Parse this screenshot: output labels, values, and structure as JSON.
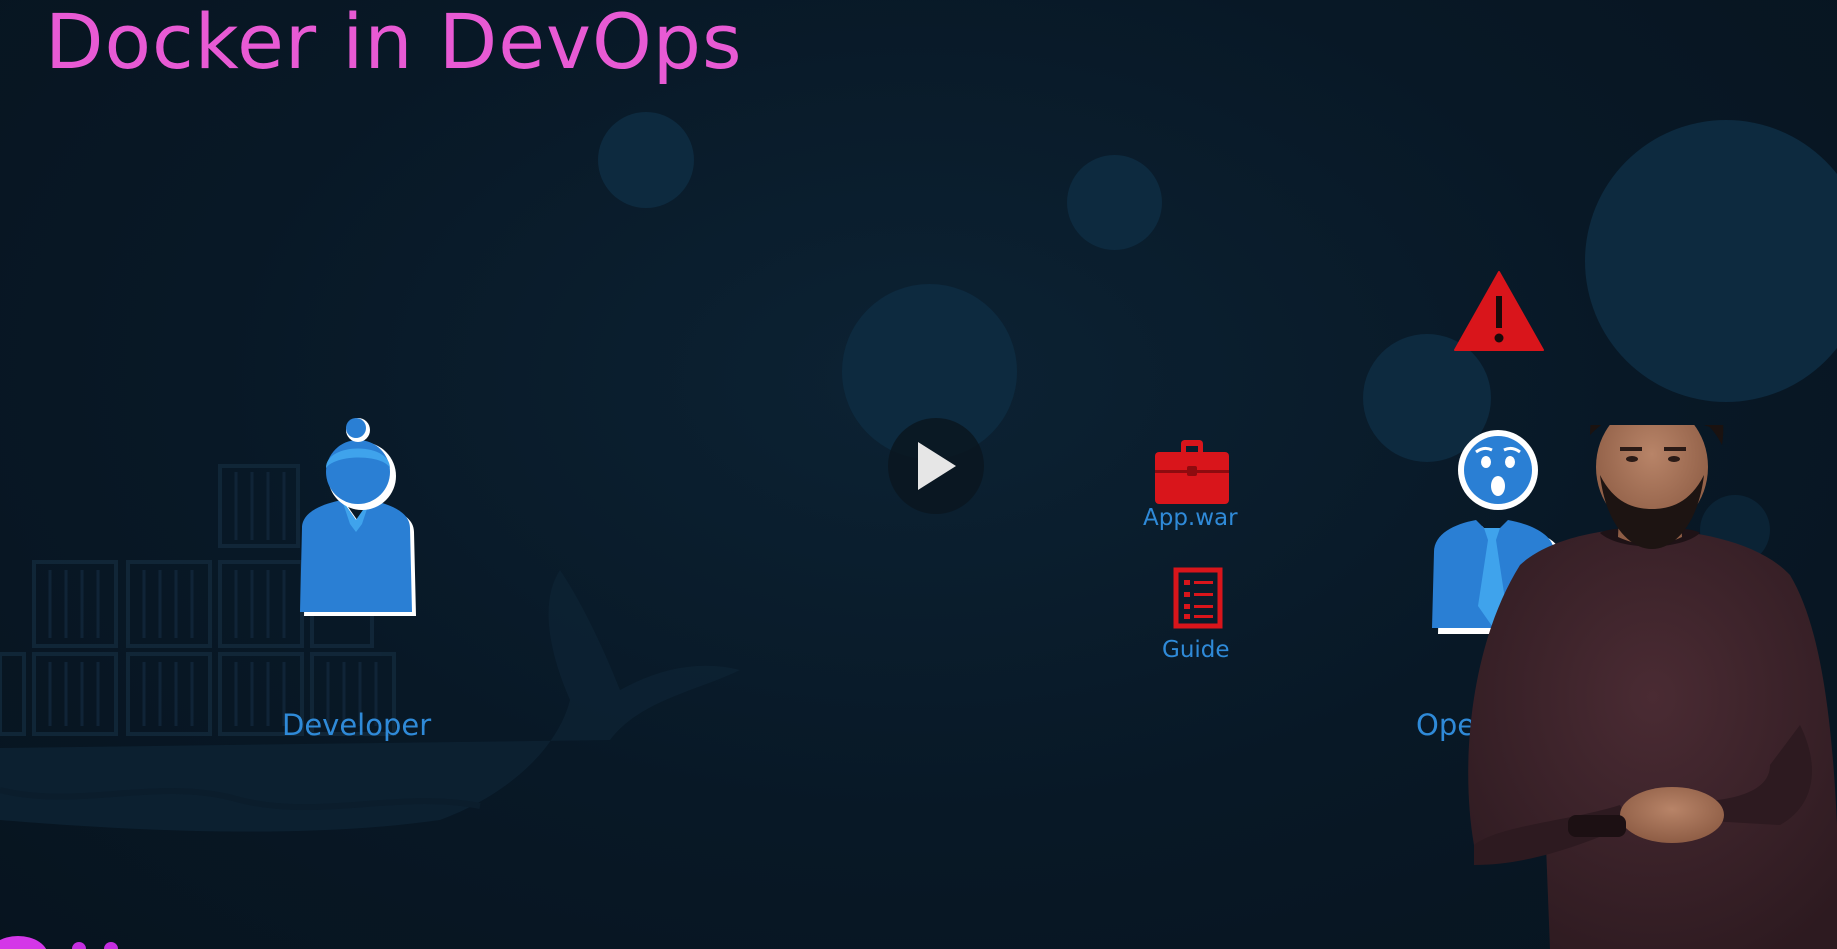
{
  "slide": {
    "title": "Docker in DevOps"
  },
  "roles": {
    "developer_label": "Developer",
    "operator_label": "Oper"
  },
  "artifacts": {
    "app_label": "App.war",
    "guide_label": "Guide"
  },
  "icons": {
    "developer": "female-developer-icon",
    "operator": "surprised-operator-icon",
    "warning": "warning-triangle-icon",
    "briefcase": "briefcase-icon",
    "guide": "checklist-document-icon",
    "play": "play-icon",
    "whale": "docker-whale-icon"
  },
  "colors": {
    "title": "#e85ad4",
    "label": "#2f8ad8",
    "alert_red": "#d9151b",
    "person_blue": "#2a7fd4",
    "background": "#081826"
  }
}
